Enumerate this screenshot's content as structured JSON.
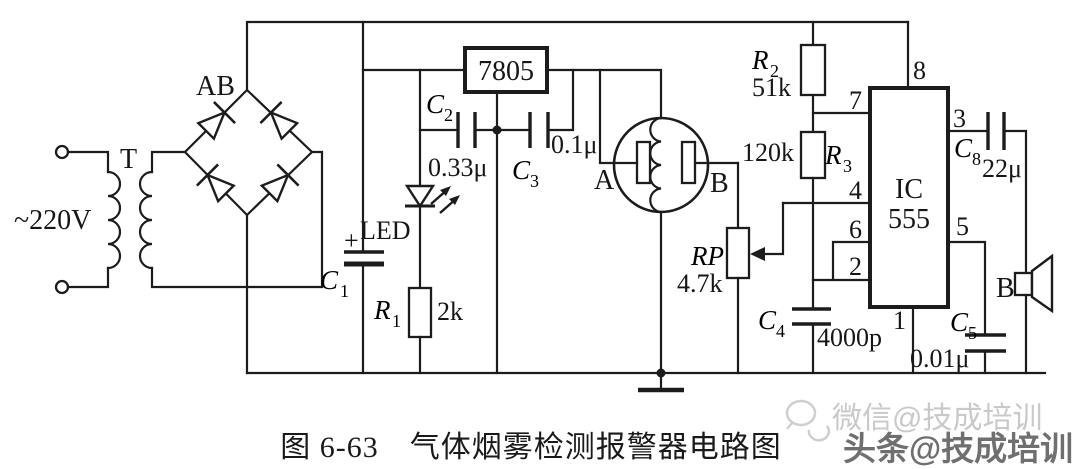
{
  "caption": "图 6-63　气体烟雾检测报警器电路图",
  "watermarks": {
    "wechat": "微信@技成培训",
    "toutiao": "头条@技成培训"
  },
  "power": {
    "source": "~220V",
    "transformer": "T",
    "bridge": "AB",
    "regulator": "7805"
  },
  "components": {
    "c1": {
      "ref": "C",
      "sub": "1",
      "polarity": "+"
    },
    "c2": {
      "ref": "C",
      "sub": "2",
      "value": "0.33μ"
    },
    "c3": {
      "ref": "C",
      "sub": "3",
      "value": "0.1μ"
    },
    "c4": {
      "ref": "C",
      "sub": "4",
      "value": "4000p"
    },
    "c5": {
      "ref": "C",
      "sub": "5",
      "value": "0.01μ"
    },
    "c8": {
      "ref": "C",
      "sub": "8",
      "value": "22μ"
    },
    "r1": {
      "ref": "R",
      "sub": "1",
      "value": "2k"
    },
    "r2": {
      "ref": "R",
      "sub": "2",
      "value": "51k"
    },
    "r3": {
      "ref": "R",
      "sub": "3",
      "value": "120k"
    },
    "rp": {
      "ref": "RP",
      "value": "4.7k"
    },
    "led": {
      "label": "LED"
    },
    "sensor": {
      "electrode_a": "A",
      "electrode_b": "B"
    },
    "speaker": {
      "label": "B"
    }
  },
  "ic555": {
    "name": "IC",
    "model": "555",
    "pins": {
      "p1": "1",
      "p2": "2",
      "p3": "3",
      "p4": "4",
      "p5": "5",
      "p6": "6",
      "p7": "7",
      "p8": "8"
    }
  }
}
